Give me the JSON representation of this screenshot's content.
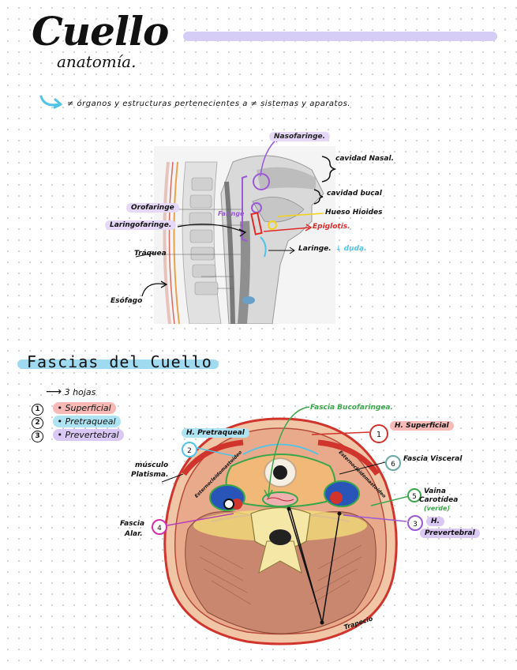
{
  "header": {
    "title": "Cuello",
    "subtitle": "anatomía."
  },
  "intro": {
    "note": "≠ órganos y estructuras pertenecientes a ≠ sistemas y aparatos."
  },
  "sagittal_labels": {
    "nasofaringe": "Nasofaringe.",
    "cavidad_nasal": "cavidad Nasal.",
    "cavidad_bucal": "cavidad bucal",
    "orofaringe": "Orofaringe",
    "faringe": "Faringe",
    "hueso_hioides": "Hueso Hioides",
    "laringofaringe": "Laringofaringe.",
    "epiglotis": "Epiglotis.",
    "traquea": "Tráquea",
    "laringe": "Laringe.",
    "laringe_note": "↓ duda.",
    "esofago": "Esófago"
  },
  "section": {
    "title": "Fascias del Cuello",
    "hojas_label": "3 hojas",
    "legend": [
      {
        "num": "1",
        "label": "• Superficial",
        "color": "#f6b9b6"
      },
      {
        "num": "2",
        "label": "• Pretraqueal",
        "color": "#aee3f3"
      },
      {
        "num": "3",
        "label": "• Prevertebral",
        "color": "#d9c8f4"
      }
    ]
  },
  "cross_section_labels": {
    "fascia_bucofaringea": "Fascia Bucofaringea.",
    "h_superficial": "H. Superficial",
    "h_pretraqueal": "H. Pretraqueal",
    "musculo_platisma_1": "músculo",
    "musculo_platisma_2": "Platisma.",
    "fascia_visceral": "Fascia Visceral",
    "vaina_carotidea_1": "Vaina",
    "vaina_carotidea_2": "Carotídea",
    "vaina_carotidea_3": "(verde)",
    "fascia_alar_1": "Fascia",
    "fascia_alar_2": "Alar.",
    "h_prevertebral_1": "H.",
    "h_prevertebral_2": "Prevertebral",
    "trapecio": "Trapecio",
    "esternocleidomastoideo_left": "Esternocleidomastoideo",
    "esternocleidomastoideo_right": "Esternocleidomastoideo",
    "callout_1": "1",
    "callout_2": "2",
    "callout_3": "3",
    "callout_4": "4",
    "callout_5": "5",
    "callout_6": "6"
  }
}
